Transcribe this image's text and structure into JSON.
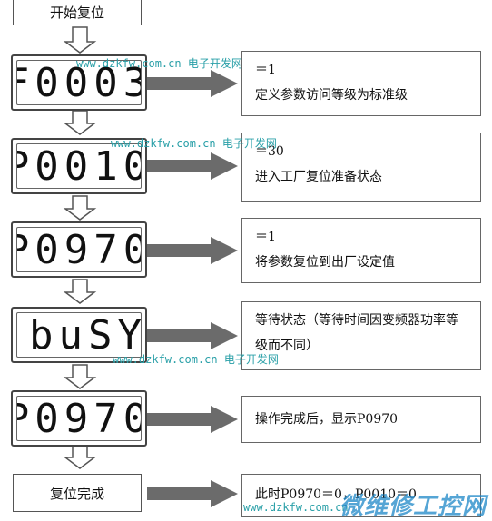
{
  "steps": [
    {
      "box": "开始复位"
    },
    {
      "display": "F0003",
      "note": [
        "＝1",
        "定义参数访问等级为标准级"
      ]
    },
    {
      "display": "P0010",
      "note": [
        "＝30",
        "进入工厂复位准备状态"
      ]
    },
    {
      "display": "P0970",
      "note": [
        "＝1",
        "将参数复位到出厂设定值"
      ]
    },
    {
      "display": "buSY",
      "note": [
        "等待状态（等待时间因变频器功率等级而不同）"
      ]
    },
    {
      "display": "P0970",
      "note": [
        "操作完成后，显示P0970"
      ]
    },
    {
      "box": "复位完成",
      "note": [
        "此时P0970＝0，P0010＝0"
      ]
    }
  ],
  "watermark": {
    "url": "www.dzkfw.com.cn",
    "site": "电子开发网"
  },
  "logo": "微维修工控网",
  "colors": {
    "arrow": "#6b6b6b",
    "watermark": "#2aa0a8",
    "logo": "#1d87c8"
  }
}
